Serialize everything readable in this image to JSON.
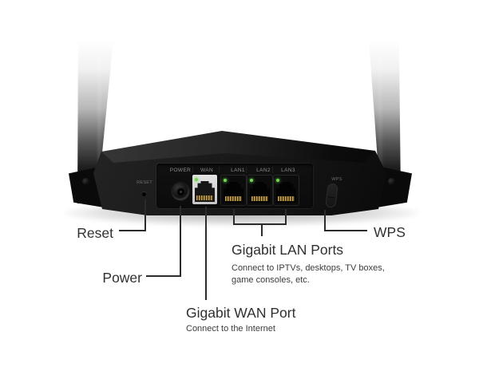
{
  "panel": {
    "port_labels": [
      "POWER",
      "WAN",
      "LAN1",
      "LAN2",
      "LAN3"
    ],
    "reset_port_label": "RESET",
    "wps_button_label": "WPS"
  },
  "callouts": {
    "reset": {
      "label": "Reset"
    },
    "power": {
      "label": "Power"
    },
    "wps": {
      "label": "WPS"
    },
    "wan": {
      "heading": "Gigabit WAN Port",
      "description": "Connect to the Internet"
    },
    "lan": {
      "heading": "Gigabit LAN Ports",
      "description_line1": "Connect to IPTVs, desktops, TV boxes,",
      "description_line2": "game consoles, etc."
    }
  },
  "colors": {
    "led_green": "#74d654",
    "body_black": "#141414",
    "callout_text": "#303030",
    "panel_label_gray": "#8d8d8d"
  }
}
